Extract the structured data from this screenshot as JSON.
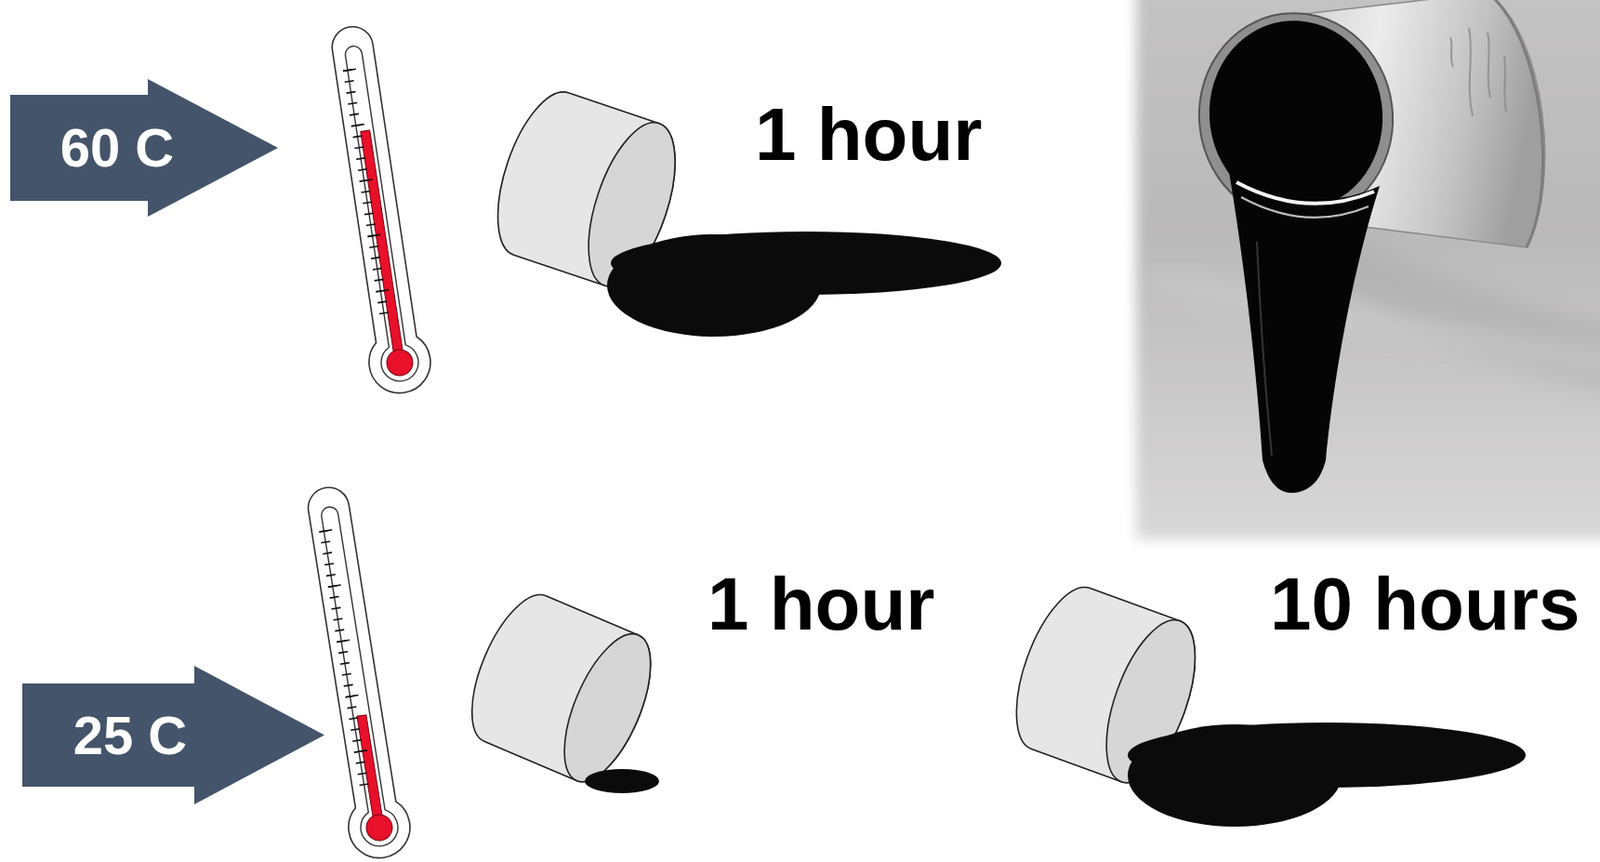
{
  "diagram": {
    "nodes": [
      {
        "text": [
          "60 C"
        ]
      },
      {
        "text": [
          "25 C"
        ]
      }
    ],
    "labels": [
      "1 hour",
      "1 hour",
      "10 hours"
    ]
  }
}
